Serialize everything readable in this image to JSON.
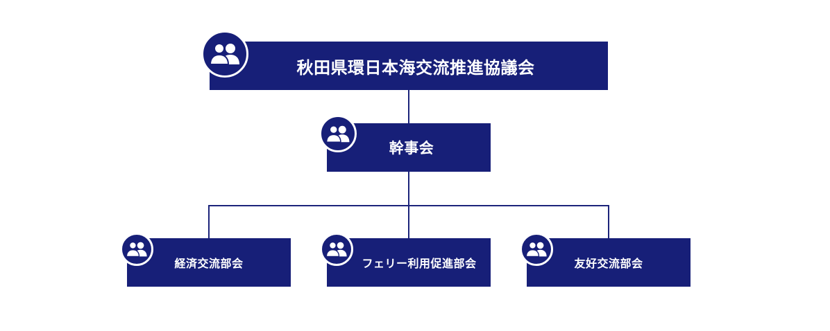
{
  "diagram": {
    "top": {
      "label": "秋田県環日本海交流推進協議会",
      "icon": "users-icon"
    },
    "middle": {
      "label": "幹事会",
      "icon": "users-icon"
    },
    "bottom": [
      {
        "label": "経済交流部会",
        "icon": "users-icon"
      },
      {
        "label": "フェリー利用促進部会",
        "icon": "users-icon"
      },
      {
        "label": "友好交流部会",
        "icon": "users-icon"
      }
    ],
    "colors": {
      "box": "#171f78",
      "line": "#1b237a",
      "text": "#ffffff",
      "background": "#ffffff"
    }
  }
}
